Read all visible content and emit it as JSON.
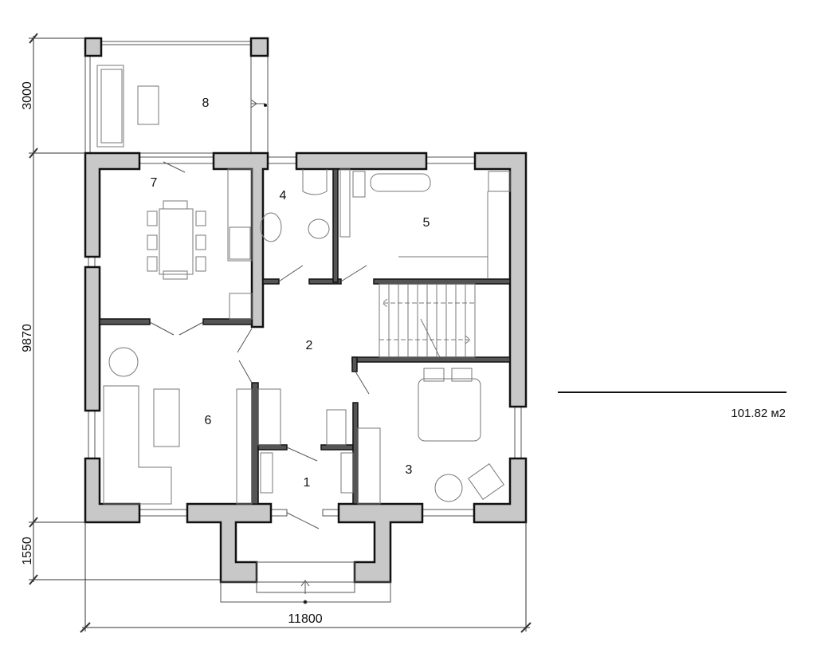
{
  "dimensions": {
    "terrace_depth": "3000",
    "house_depth": "9870",
    "porch_depth": "1550",
    "house_width": "11800"
  },
  "total_area": "101.82 м2",
  "rooms": [
    {
      "number": "1"
    },
    {
      "number": "2"
    },
    {
      "number": "3"
    },
    {
      "number": "4"
    },
    {
      "number": "5"
    },
    {
      "number": "6"
    },
    {
      "number": "7"
    },
    {
      "number": "8"
    }
  ]
}
